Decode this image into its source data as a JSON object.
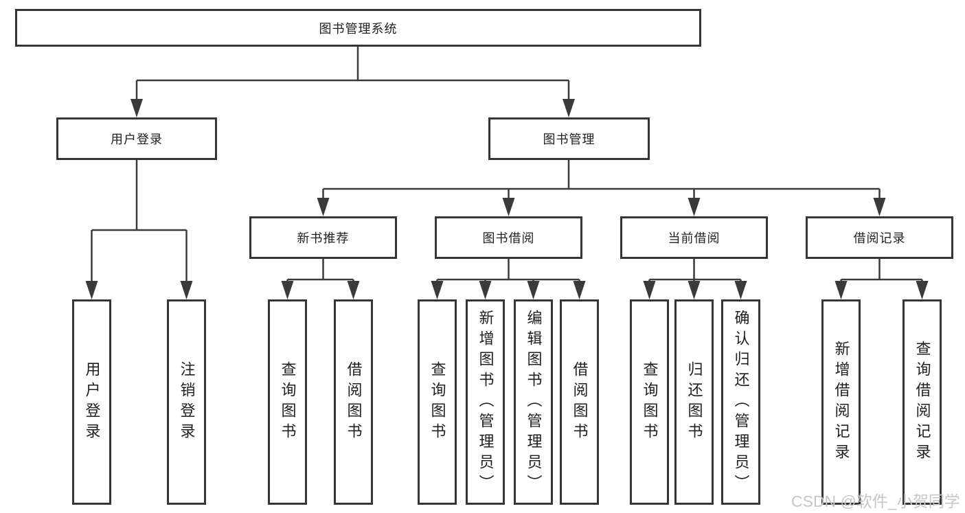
{
  "tree": {
    "label": "图书管理系统",
    "children": [
      {
        "label": "用户登录",
        "children": [
          {
            "label": "用户登录"
          },
          {
            "label": "注销登录"
          }
        ]
      },
      {
        "label": "图书管理",
        "children": [
          {
            "label": "新书推荐",
            "children": [
              {
                "label": "查询图书"
              },
              {
                "label": "借阅图书"
              }
            ]
          },
          {
            "label": "图书借阅",
            "children": [
              {
                "label": "查询图书"
              },
              {
                "label": "新增图书（管理员）"
              },
              {
                "label": "编辑图书（管理员）"
              },
              {
                "label": "借阅图书"
              }
            ]
          },
          {
            "label": "当前借阅",
            "children": [
              {
                "label": "查询图书"
              },
              {
                "label": "归还图书"
              },
              {
                "label": "确认归还（管理员）"
              }
            ]
          },
          {
            "label": "借阅记录",
            "children": [
              {
                "label": "新增借阅记录"
              },
              {
                "label": "查询借阅记录"
              }
            ]
          }
        ]
      }
    ]
  },
  "watermark": {
    "text": "CSDN @软件_小贺同学"
  },
  "colors": {
    "box_border": "#353535",
    "connector_line": "#3a3a3a",
    "text": "#1f1f1f",
    "watermark": "#c6c6c6",
    "background": "#ffffff"
  }
}
